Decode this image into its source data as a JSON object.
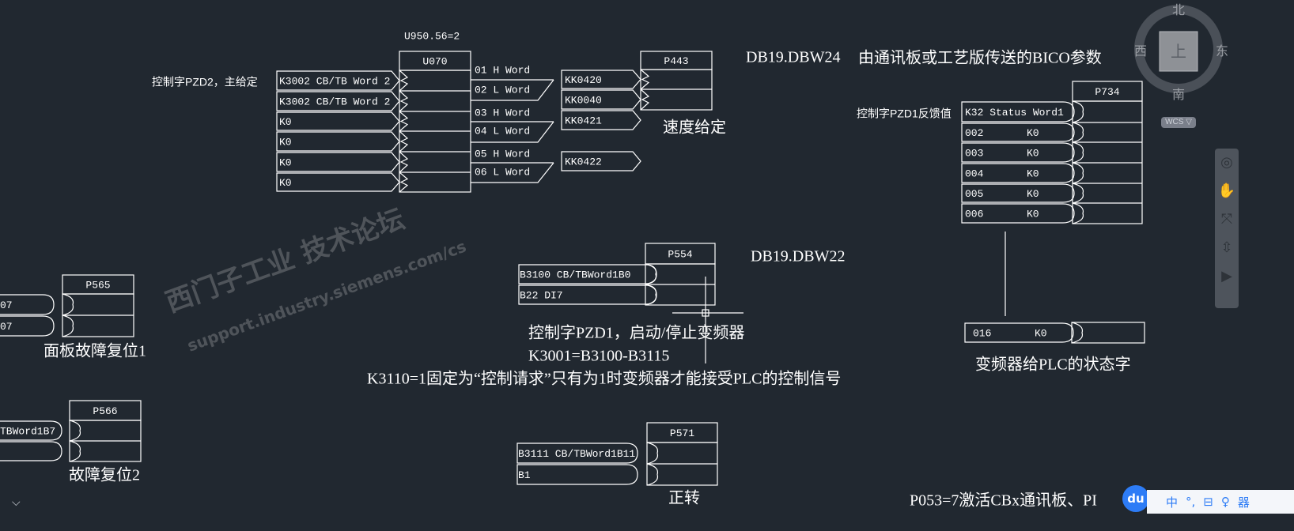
{
  "u070": {
    "note": "U950.56=2",
    "title": "U070",
    "input_label": "控制字PZD2，主给定",
    "inputs": [
      "K3002 CB/TB Word 2",
      "K3002 CB/TB Word 2",
      "K0",
      "K0",
      "K0",
      "K0"
    ],
    "outputs": [
      "01 H Word",
      "02 L Word",
      "03 H Word",
      "04 L Word",
      "05 H Word",
      "06 L Word"
    ]
  },
  "kk_connectors": [
    "KK0420",
    "KK0040",
    "KK0421",
    "KK0422"
  ],
  "p443": {
    "title": "P443",
    "db": "DB19.DBW24",
    "caption": "速度给定"
  },
  "p734": {
    "title": "P734",
    "header_note": "由通讯板或工艺版传送的BICO参数",
    "input_label": "控制字PZD1反馈值",
    "first_input": "K32 Status Word1",
    "rows": [
      {
        "index": "002",
        "value": "K0"
      },
      {
        "index": "003",
        "value": "K0"
      },
      {
        "index": "004",
        "value": "K0"
      },
      {
        "index": "005",
        "value": "K0"
      },
      {
        "index": "006",
        "value": "K0"
      }
    ],
    "extra_row": {
      "index": "016",
      "value": "K0"
    },
    "caption": "变频器给PLC的状态字"
  },
  "p554": {
    "title": "P554",
    "db": "DB19.DBW22",
    "inputs": [
      "B3100 CB/TBWord1B0",
      "B22 DI7"
    ],
    "notes": [
      "控制字PZD1，启动/停止变频器",
      "K3001=B3100-B3115",
      "K3110=1固定为“控制请求”只有为1时变频器才能接受PLC的控制信号"
    ]
  },
  "p565": {
    "title": "P565",
    "inputs": [
      "07",
      "07"
    ],
    "caption": "面板故障复位1"
  },
  "p566": {
    "title": "P566",
    "inputs": [
      "TBWord1B7",
      ""
    ],
    "caption": "故障复位2"
  },
  "p571": {
    "title": "P571",
    "inputs": [
      "B3111 CB/TBWord1B11",
      "B1"
    ],
    "caption": "正转"
  },
  "footer_note": "P053=7激活CBx通讯板、PI",
  "watermark": {
    "line1": "西门子工业 技术论坛",
    "line2": "support.industry.siemens.com/cs"
  },
  "viewcube": {
    "north": "北",
    "south": "南",
    "west": "西",
    "east": "东",
    "face": "上",
    "wcs": "WCS ▽"
  },
  "navbar": {
    "icons": [
      "steering-wheel-icon",
      "pan-hand-icon",
      "zoom-extents-icon",
      "orbit-icon",
      "showmotion-icon"
    ]
  },
  "ime": {
    "logo": "du",
    "items": [
      "中",
      "°,",
      "⊟",
      "♀",
      "器"
    ]
  },
  "colors": {
    "background": "#212830",
    "lines": "#ffffff",
    "ime_blue": "#2d7cf6"
  }
}
